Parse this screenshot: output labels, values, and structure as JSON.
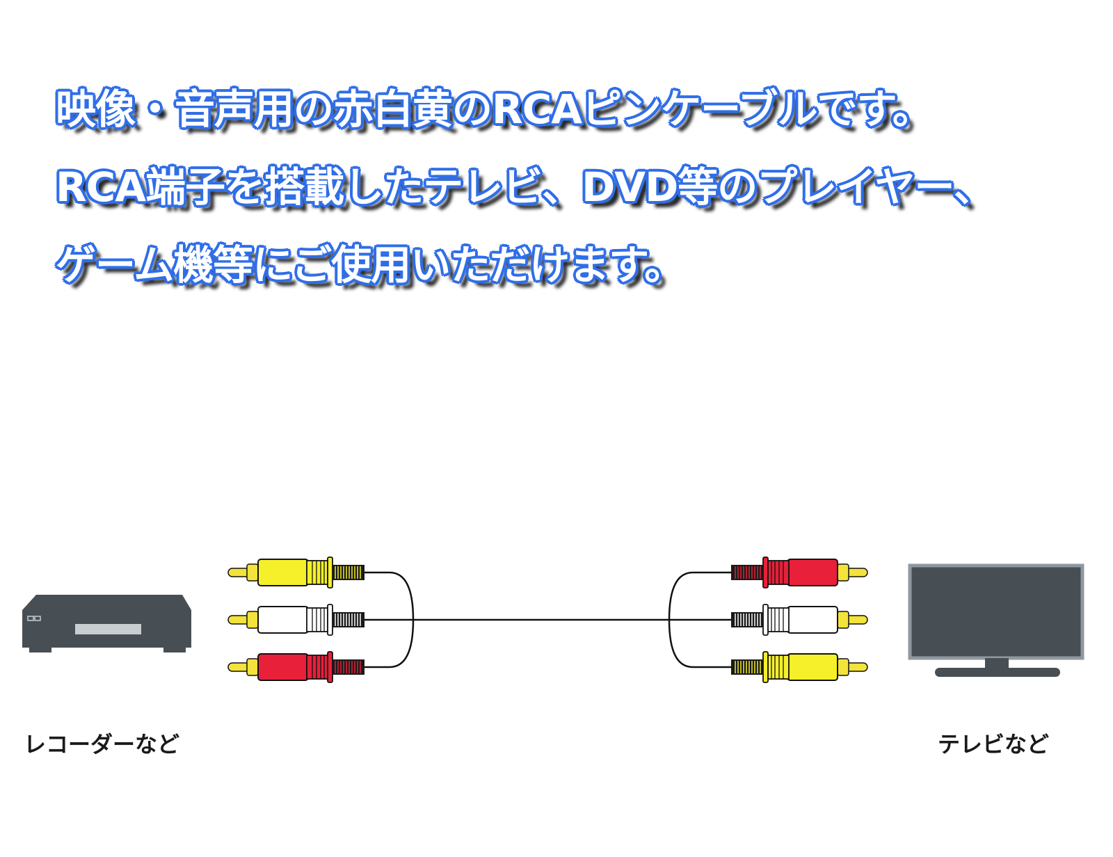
{
  "headline": {
    "line1": "映像・音声用の赤白黄のRCAピンケーブルです。",
    "line2": "RCA端子を搭載したテレビ、DVD等のプレイヤー、",
    "line3": "ゲーム機等にご使用いただけます。"
  },
  "captions": {
    "left": "レコーダーなど",
    "right": "テレビなど"
  },
  "colors": {
    "headline_outline": "#2f6ee8",
    "plug_yellow": "#f5f02a",
    "plug_white": "#ffffff",
    "plug_red": "#e8203a",
    "pin_gold": "#f3e33a",
    "device_gray": "#474f55",
    "tv_frame": "#8f999f"
  },
  "plugs": {
    "left": [
      "yellow",
      "white",
      "red"
    ],
    "right": [
      "red",
      "white",
      "yellow"
    ]
  }
}
